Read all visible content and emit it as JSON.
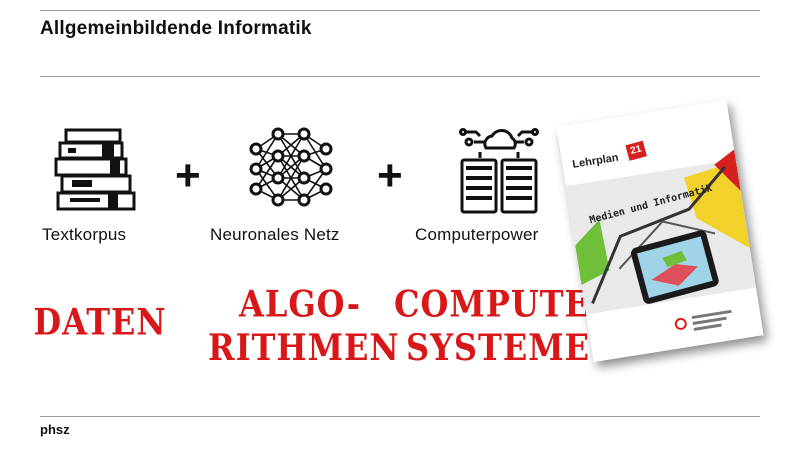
{
  "header": {
    "title": "Allgemeinbildende Informatik"
  },
  "columns": [
    {
      "caption": "Textkorpus",
      "big_lines": [
        "DATEN"
      ],
      "icon": "books-icon"
    },
    {
      "caption": "Neuronales Netz",
      "big_lines": [
        "ALGO-",
        "RITHMEN"
      ],
      "icon": "neural-network-icon"
    },
    {
      "caption": "Computerpower",
      "big_lines": [
        "COMPUTER-",
        "SYSTEME"
      ],
      "icon": "server-cloud-icon"
    }
  ],
  "operators": [
    "+",
    "+"
  ],
  "book": {
    "brand": "Lehrplan",
    "badge": "21",
    "title": "Medien und Informatik"
  },
  "footer": {
    "label": "phsz"
  },
  "colors": {
    "accent": "#d81818",
    "rule": "#9a9a9a"
  }
}
